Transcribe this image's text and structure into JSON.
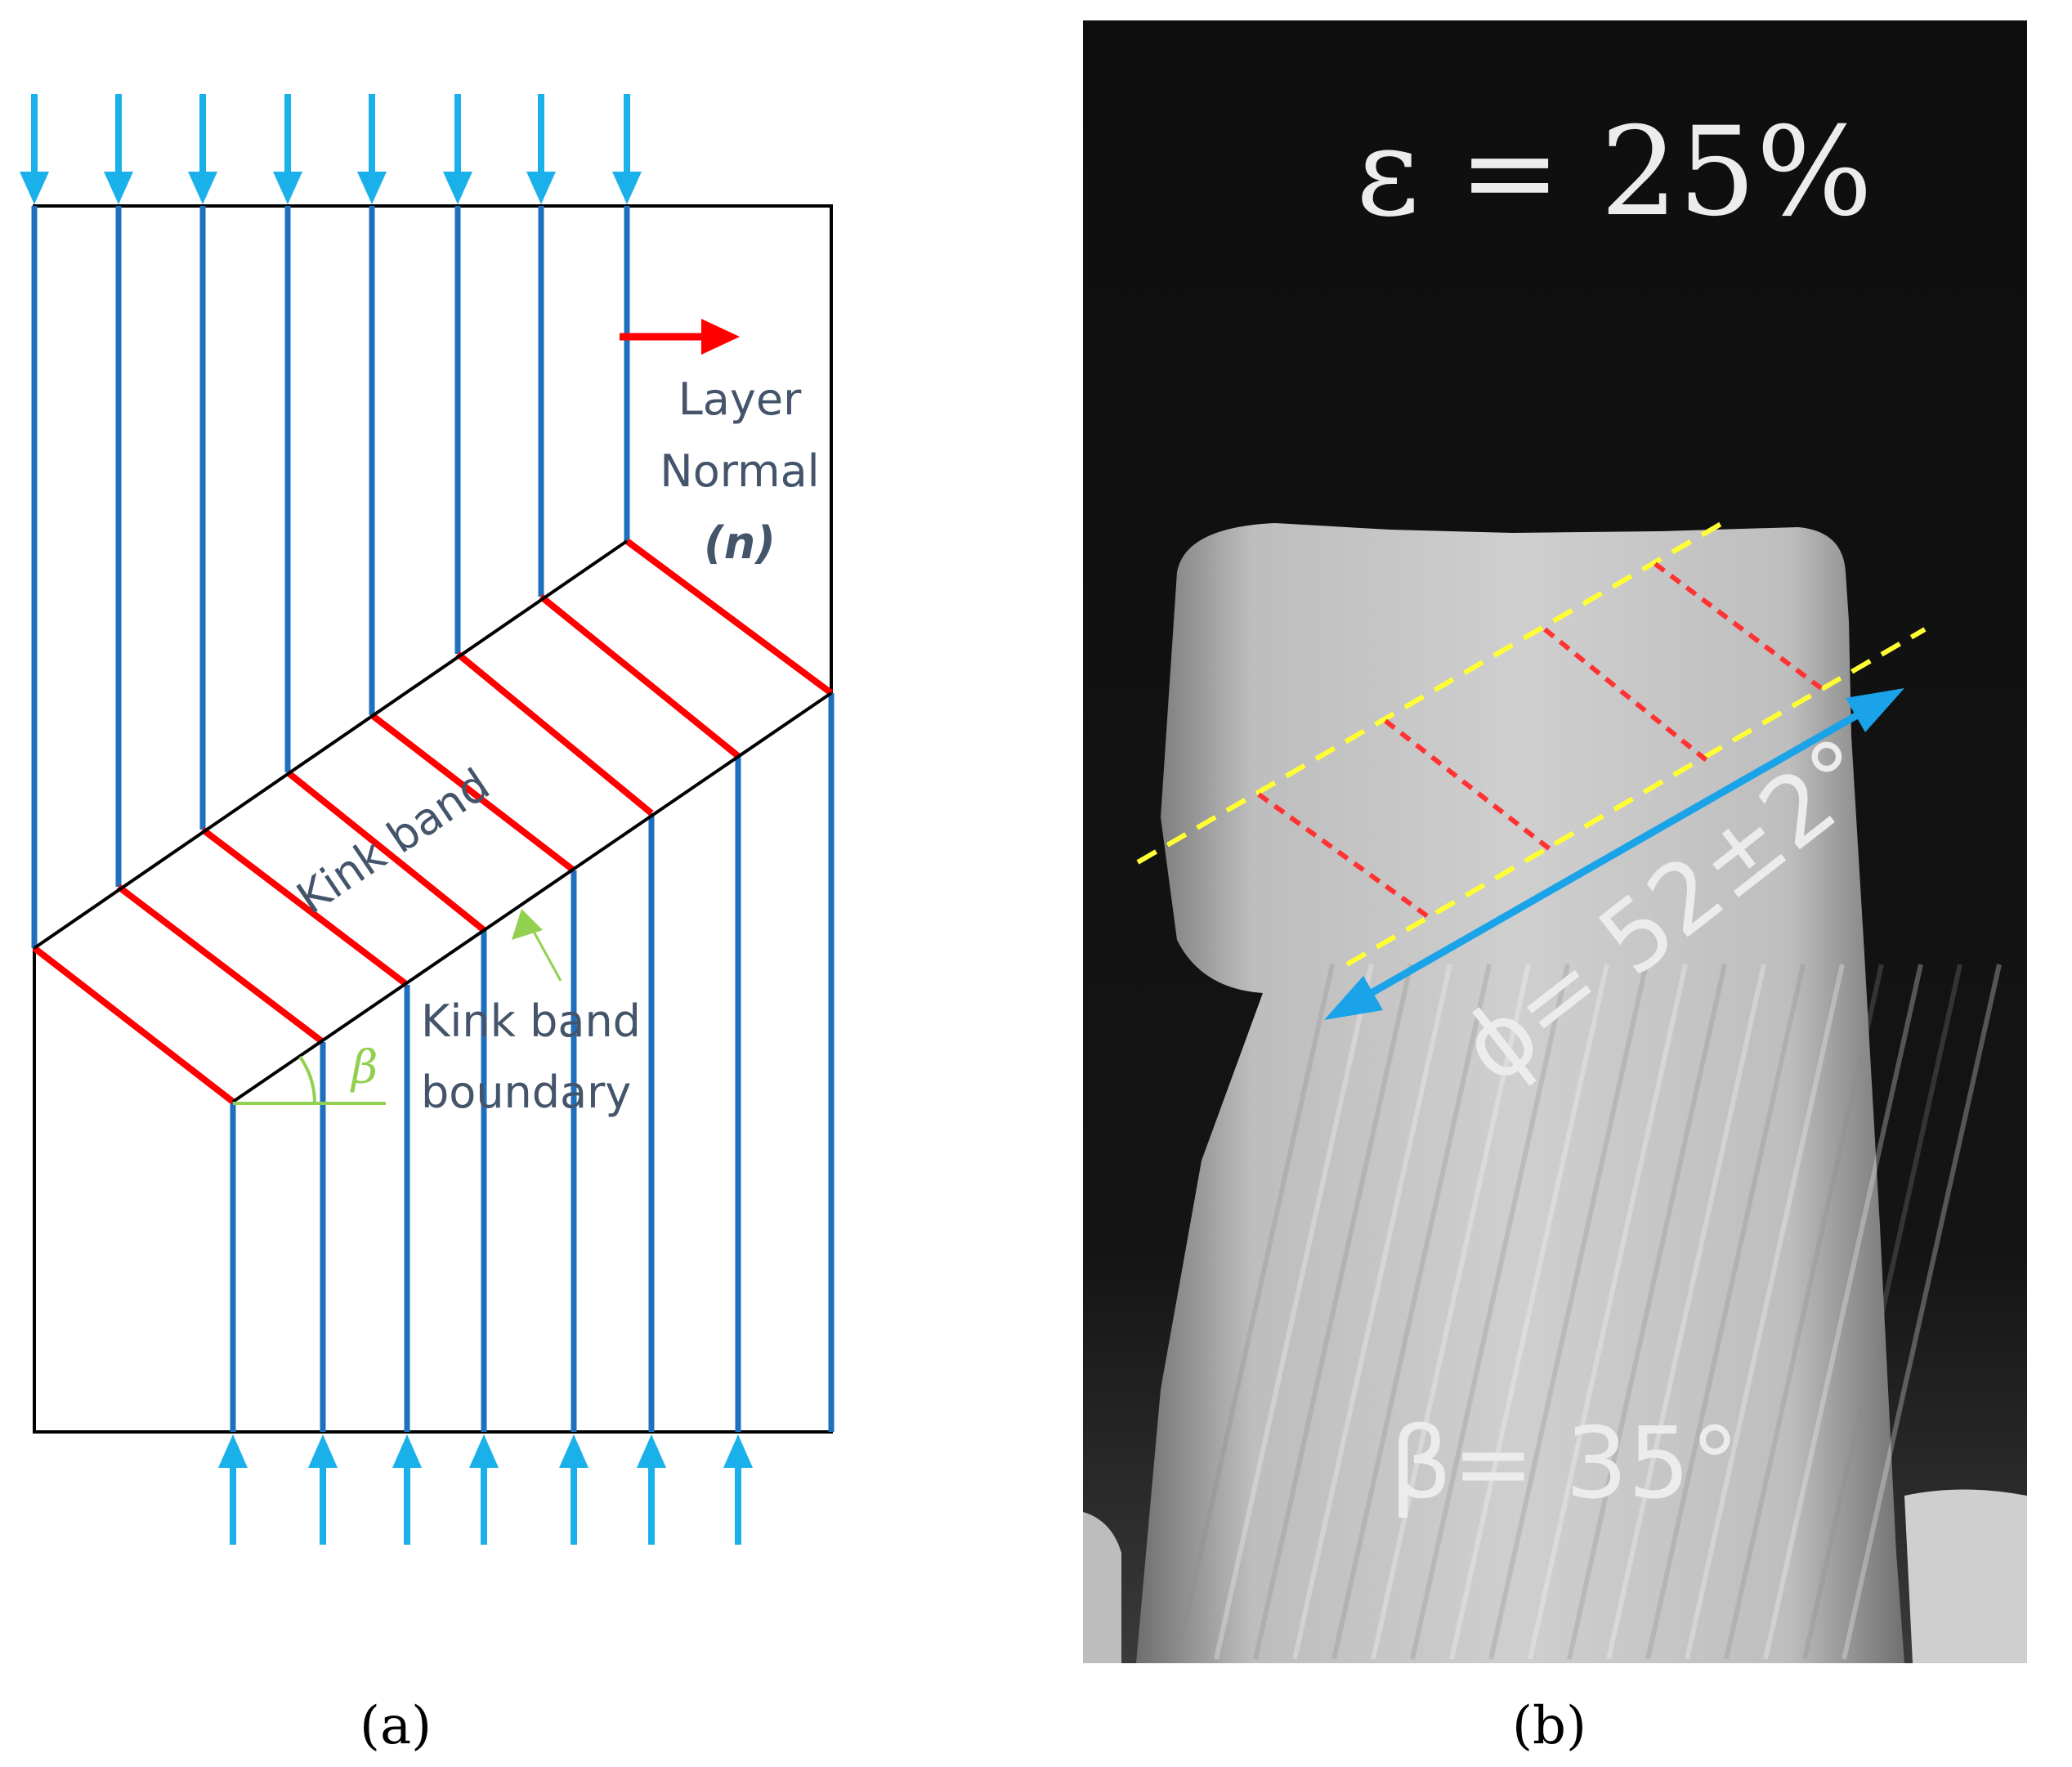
{
  "panel_a": {
    "caption": "(a)",
    "labels": {
      "layer": "Layer",
      "normal": "Normal",
      "n": "(n)",
      "kink_band": "Kink band",
      "kink_line1": "Kink band",
      "kink_line2": "boundary",
      "beta": "β"
    },
    "colors": {
      "layer_lines": "#1f6fbf",
      "arrows": "#1ab0ea",
      "kink_segments": "#ff0000",
      "normal_arrow": "#ff0000",
      "beta_marker": "#92d050",
      "label_text": "#44546a"
    }
  },
  "panel_b": {
    "caption": "(b)",
    "strain": "ε = 25%",
    "phi": "ϕ= 52±2°",
    "beta": "β= 35°",
    "colors": {
      "boundary_dashes": "#ffff33",
      "layer_dashes": "#ff3333",
      "double_arrow": "#1aa3e8"
    }
  }
}
